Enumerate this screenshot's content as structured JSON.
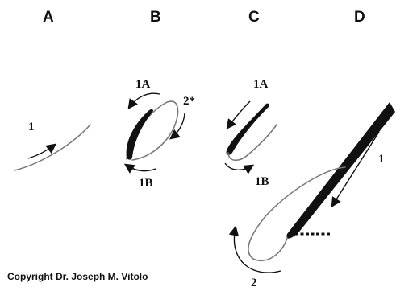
{
  "panels": {
    "a": {
      "letter": "A",
      "labels": {
        "one": "1"
      }
    },
    "b": {
      "letter": "B",
      "labels": {
        "one_a": "1A",
        "two_star": "2*",
        "one_b": "1B"
      }
    },
    "c": {
      "letter": "C",
      "labels": {
        "one_a": "1A",
        "one_b": "1B"
      }
    },
    "d": {
      "letter": "D",
      "labels": {
        "one": "1",
        "two": "2"
      }
    }
  },
  "copyright": "Copyright Dr. Joseph M. Vitolo"
}
